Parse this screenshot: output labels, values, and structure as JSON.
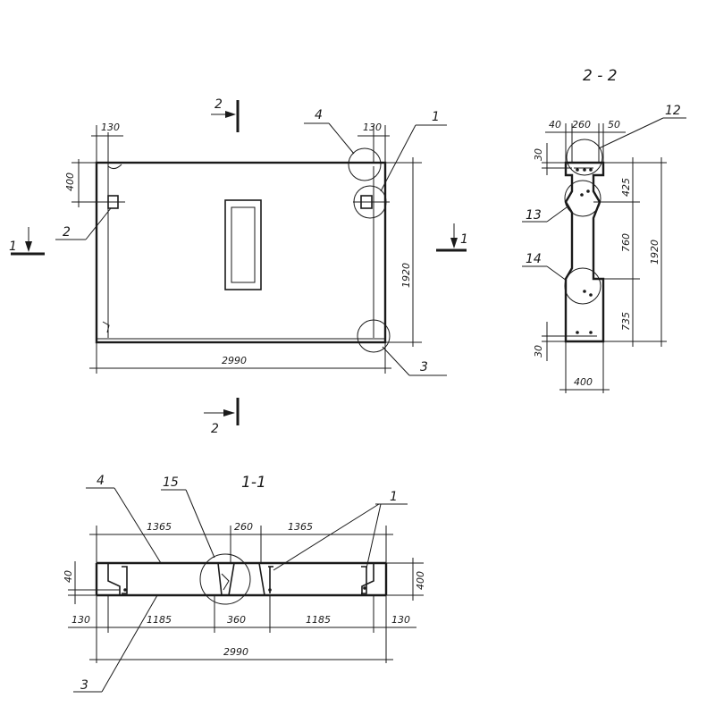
{
  "plan": {
    "dims": {
      "d130a": "130",
      "d130b": "130",
      "d400": "400",
      "d1920": "1920",
      "d2990": "2990"
    },
    "callouts": {
      "c1": "1",
      "c2": "2",
      "c3": "3",
      "c4": "4"
    },
    "section_marks": {
      "left": "1",
      "right": "1",
      "top": "2",
      "bottom": "2"
    }
  },
  "section_2_2": {
    "title": "2 - 2",
    "dims": {
      "d40": "40",
      "d260": "260",
      "d50": "50",
      "d30a": "30",
      "d425": "425",
      "d760": "760",
      "d1920": "1920",
      "d735": "735",
      "d30b": "30",
      "d400": "400"
    },
    "callouts": {
      "c12": "12",
      "c13": "13",
      "c14": "14"
    }
  },
  "section_1_1": {
    "title": "1-1",
    "dims": {
      "d1365a": "1365",
      "d260": "260",
      "d1365b": "1365",
      "d40": "40",
      "d400": "400",
      "d130a": "130",
      "d1185a": "1185",
      "d360": "360",
      "d1185b": "1185",
      "d130b": "130",
      "d2990": "2990"
    },
    "callouts": {
      "c4": "4",
      "c15": "15",
      "c1": "1",
      "c3": "3"
    }
  }
}
